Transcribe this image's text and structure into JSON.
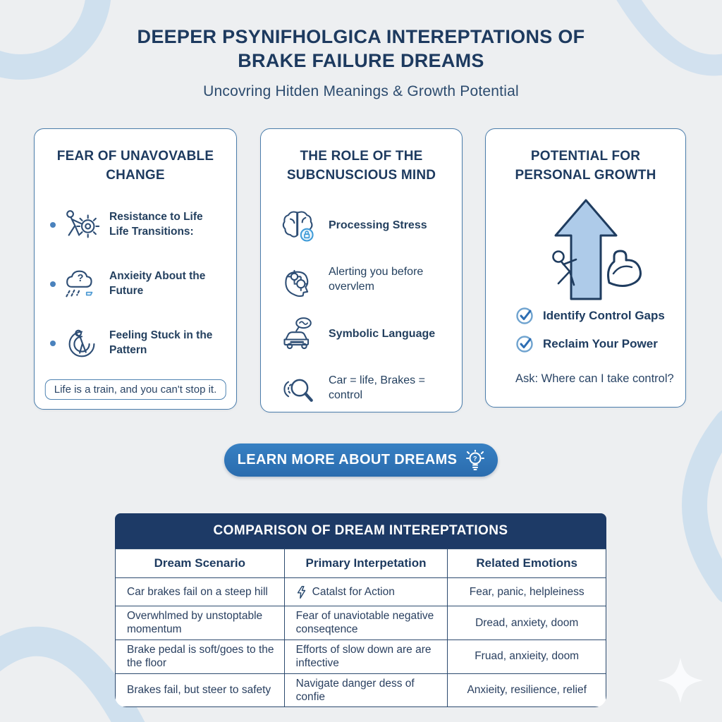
{
  "header": {
    "title_line1": "DEEPER PSYNIFHOLGICA INTEREPTATIONS OF",
    "title_line2": "BRAKE FAILURE DREAMS",
    "subtitle": "Uncovring Hitden Meanings & Growth Potential"
  },
  "cards": [
    {
      "title": "FEAR OF UNAVOVABLE CHANGE",
      "items": [
        {
          "icon": "person-pushing-gear-icon",
          "text": "Resistance to Life Life Transitions:"
        },
        {
          "icon": "storm-cloud-question-icon",
          "text": "Anxieity About the Future"
        },
        {
          "icon": "person-stuck-spiral-icon",
          "text": "Feeling Stuck in the Pattern"
        }
      ],
      "quote": "Life is a train, and you can't stop it."
    },
    {
      "title": "THE ROLE OF THE SUBCNUSCIOUS MIND",
      "items": [
        {
          "icon": "brain-lock-icon",
          "text": "Processing Stress"
        },
        {
          "icon": "head-gears-icon",
          "text": "Alerting you before overvlem"
        },
        {
          "icon": "car-speech-bubble-icon",
          "text": "Symbolic Language"
        },
        {
          "icon": "magnifier-brake-disc-icon",
          "text": "Car = life, Brakes = control"
        }
      ]
    },
    {
      "title": "POTENTIAL FOR PERSONAL GROWTH",
      "graphic": "growth-arrow-climber-bicep-icon",
      "checklist": [
        {
          "icon": "check-circle-icon",
          "text": "Identify Control Gaps"
        },
        {
          "icon": "check-circle-icon",
          "text": "Reclaim Your Power"
        }
      ],
      "question": "Ask: Where can I take control?"
    }
  ],
  "cta_button": {
    "label": "LEARN MORE ABOUT DREAMS",
    "icon": "lightbulb-icon"
  },
  "table": {
    "title": "COMPARISON OF DREAM INTEREPTATIONS",
    "columns": [
      "Dream Scenario",
      "Primary Interpetation",
      "Related Emotions"
    ],
    "rows": [
      {
        "scenario": "Car brakes fail on a steep hill",
        "interpretation": "Catalst for Action",
        "interpretation_icon": "lightning-icon",
        "emotions": "Fear, panic, helpleiness"
      },
      {
        "scenario": "Overwhlmed by unstoptable momentum",
        "interpretation": "Fear of unaviotable negative conseqtence",
        "emotions": "Dread, anxiety, doom"
      },
      {
        "scenario": "Brake pedal is soft/goes to the the floor",
        "interpretation": "Efforts of slow down are are inftective",
        "emotions": "Fruad, anxieity, doom"
      },
      {
        "scenario": "Brakes fail, but steer to safety",
        "interpretation": "Navigate danger dess of confie",
        "emotions": "Anxieity, resilience, relief"
      }
    ]
  },
  "colors": {
    "background": "#edeff1",
    "navy_text": "#1d3a5f",
    "card_border": "#4b7dab",
    "accent_blue": "#4a82bd",
    "button_blue": "#2e74b8",
    "table_header_navy": "#1d3a66",
    "decor_light_blue": "#cfe0ee",
    "arrow_fill": "#aecbe9"
  }
}
